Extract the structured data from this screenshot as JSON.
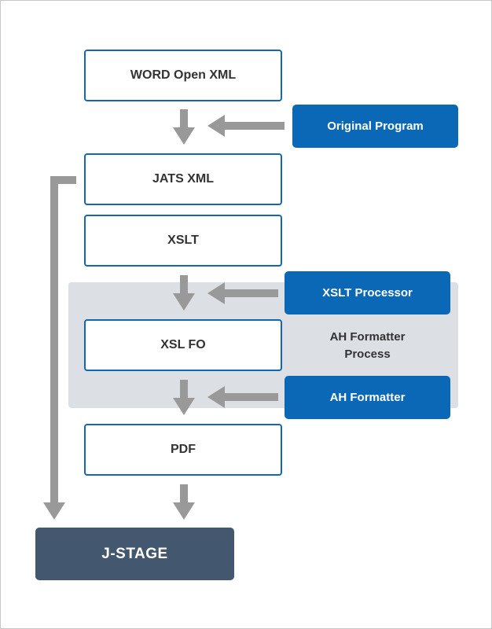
{
  "steps": {
    "word": "WORD Open XML",
    "jats": "JATS XML",
    "xslt": "XSLT",
    "xslfo": "XSL FO",
    "pdf": "PDF"
  },
  "tools": {
    "original_program": "Original Program",
    "xslt_processor": "XSLT Processor",
    "ah_formatter": "AH Formatter"
  },
  "group": {
    "label_line1": "AH Formatter",
    "label_line2": "Process"
  },
  "output": {
    "jstage": "J-STAGE"
  },
  "colors": {
    "step_border": "#1565b6",
    "tool_fill": "#0a68b7",
    "output_fill": "#43586e",
    "arrow": "#999999",
    "group_fill": "#dcdfe3"
  }
}
